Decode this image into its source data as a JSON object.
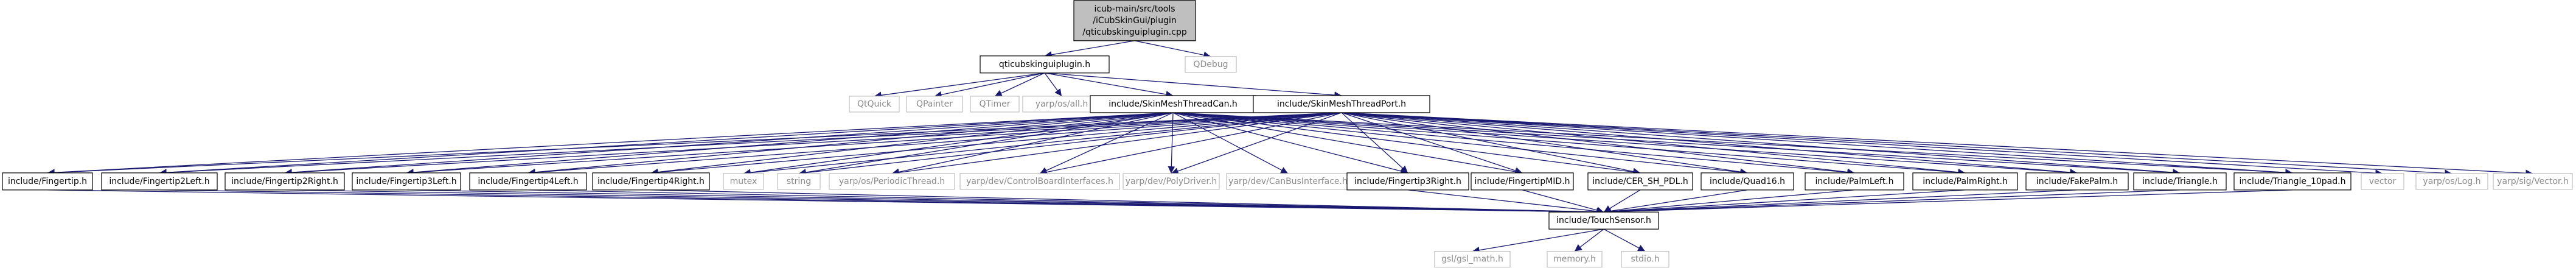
{
  "graph": {
    "edge_color": "#191970",
    "nodes": [
      {
        "id": "root",
        "lines": [
          "icub-main/src/tools",
          "/iCubSkinGui/plugin",
          "/qticubskinguiplugin.cpp"
        ],
        "kind": "root"
      },
      {
        "id": "plugin_h",
        "lines": [
          "qticubskinguiplugin.h"
        ],
        "kind": "doc"
      },
      {
        "id": "qdebug",
        "lines": [
          "QDebug"
        ],
        "kind": "ext"
      },
      {
        "id": "qtquick",
        "lines": [
          "QtQuick"
        ],
        "kind": "ext"
      },
      {
        "id": "qpainter",
        "lines": [
          "QPainter"
        ],
        "kind": "ext"
      },
      {
        "id": "qtimer",
        "lines": [
          "QTimer"
        ],
        "kind": "ext"
      },
      {
        "id": "yarp_os_all",
        "lines": [
          "yarp/os/all.h"
        ],
        "kind": "ext"
      },
      {
        "id": "skin_can",
        "lines": [
          "include/SkinMeshThreadCan.h"
        ],
        "kind": "doc"
      },
      {
        "id": "skin_port",
        "lines": [
          "include/SkinMeshThreadPort.h"
        ],
        "kind": "doc"
      },
      {
        "id": "fingertip",
        "lines": [
          "include/Fingertip.h"
        ],
        "kind": "doc"
      },
      {
        "id": "fingertip2l",
        "lines": [
          "include/Fingertip2Left.h"
        ],
        "kind": "doc"
      },
      {
        "id": "fingertip2r",
        "lines": [
          "include/Fingertip2Right.h"
        ],
        "kind": "doc"
      },
      {
        "id": "fingertip3l",
        "lines": [
          "include/Fingertip3Left.h"
        ],
        "kind": "doc"
      },
      {
        "id": "fingertip4l",
        "lines": [
          "include/Fingertip4Left.h"
        ],
        "kind": "doc"
      },
      {
        "id": "fingertip4r",
        "lines": [
          "include/Fingertip4Right.h"
        ],
        "kind": "doc"
      },
      {
        "id": "mutex",
        "lines": [
          "mutex"
        ],
        "kind": "ext"
      },
      {
        "id": "string",
        "lines": [
          "string"
        ],
        "kind": "ext"
      },
      {
        "id": "periodic",
        "lines": [
          "yarp/os/PeriodicThread.h"
        ],
        "kind": "ext"
      },
      {
        "id": "controlboard",
        "lines": [
          "yarp/dev/ControlBoardInterfaces.h"
        ],
        "kind": "ext"
      },
      {
        "id": "polydriver",
        "lines": [
          "yarp/dev/PolyDriver.h"
        ],
        "kind": "ext"
      },
      {
        "id": "canbus",
        "lines": [
          "yarp/dev/CanBusInterface.h"
        ],
        "kind": "ext"
      },
      {
        "id": "fingertip3r",
        "lines": [
          "include/Fingertip3Right.h"
        ],
        "kind": "doc"
      },
      {
        "id": "fingertipmid",
        "lines": [
          "include/FingertipMID.h"
        ],
        "kind": "doc"
      },
      {
        "id": "cer_sh",
        "lines": [
          "include/CER_SH_PDL.h"
        ],
        "kind": "doc"
      },
      {
        "id": "quad16",
        "lines": [
          "include/Quad16.h"
        ],
        "kind": "doc"
      },
      {
        "id": "palmleft",
        "lines": [
          "include/PalmLeft.h"
        ],
        "kind": "doc"
      },
      {
        "id": "palmright",
        "lines": [
          "include/PalmRight.h"
        ],
        "kind": "doc"
      },
      {
        "id": "fakepalm",
        "lines": [
          "include/FakePalm.h"
        ],
        "kind": "doc"
      },
      {
        "id": "triangle",
        "lines": [
          "include/Triangle.h"
        ],
        "kind": "doc"
      },
      {
        "id": "triangle10",
        "lines": [
          "include/Triangle_10pad.h"
        ],
        "kind": "doc"
      },
      {
        "id": "vector",
        "lines": [
          "vector"
        ],
        "kind": "ext"
      },
      {
        "id": "yarp_log",
        "lines": [
          "yarp/os/Log.h"
        ],
        "kind": "ext"
      },
      {
        "id": "yarp_vector",
        "lines": [
          "yarp/sig/Vector.h"
        ],
        "kind": "ext"
      },
      {
        "id": "touchsensor",
        "lines": [
          "include/TouchSensor.h"
        ],
        "kind": "doc"
      },
      {
        "id": "gsl_math",
        "lines": [
          "gsl/gsl_math.h"
        ],
        "kind": "ext"
      },
      {
        "id": "memory",
        "lines": [
          "memory.h"
        ],
        "kind": "ext"
      },
      {
        "id": "stdio",
        "lines": [
          "stdio.h"
        ],
        "kind": "ext"
      }
    ],
    "edges": [
      [
        "root",
        "plugin_h"
      ],
      [
        "root",
        "qdebug"
      ],
      [
        "plugin_h",
        "qtquick"
      ],
      [
        "plugin_h",
        "qpainter"
      ],
      [
        "plugin_h",
        "qtimer"
      ],
      [
        "plugin_h",
        "yarp_os_all"
      ],
      [
        "plugin_h",
        "skin_can"
      ],
      [
        "plugin_h",
        "skin_port"
      ],
      [
        "skin_can",
        "fingertip"
      ],
      [
        "skin_can",
        "fingertip2l"
      ],
      [
        "skin_can",
        "fingertip2r"
      ],
      [
        "skin_can",
        "fingertip3l"
      ],
      [
        "skin_can",
        "fingertip4l"
      ],
      [
        "skin_can",
        "fingertip4r"
      ],
      [
        "skin_can",
        "mutex"
      ],
      [
        "skin_can",
        "string"
      ],
      [
        "skin_can",
        "periodic"
      ],
      [
        "skin_can",
        "controlboard"
      ],
      [
        "skin_can",
        "polydriver"
      ],
      [
        "skin_can",
        "canbus"
      ],
      [
        "skin_can",
        "fingertip3r"
      ],
      [
        "skin_can",
        "fingertipmid"
      ],
      [
        "skin_can",
        "cer_sh"
      ],
      [
        "skin_can",
        "quad16"
      ],
      [
        "skin_can",
        "palmleft"
      ],
      [
        "skin_can",
        "palmright"
      ],
      [
        "skin_can",
        "fakepalm"
      ],
      [
        "skin_can",
        "triangle"
      ],
      [
        "skin_can",
        "triangle10"
      ],
      [
        "skin_port",
        "fingertip"
      ],
      [
        "skin_port",
        "fingertip2l"
      ],
      [
        "skin_port",
        "fingertip2r"
      ],
      [
        "skin_port",
        "fingertip3l"
      ],
      [
        "skin_port",
        "fingertip4l"
      ],
      [
        "skin_port",
        "fingertip4r"
      ],
      [
        "skin_port",
        "mutex"
      ],
      [
        "skin_port",
        "string"
      ],
      [
        "skin_port",
        "periodic"
      ],
      [
        "skin_port",
        "controlboard"
      ],
      [
        "skin_port",
        "polydriver"
      ],
      [
        "skin_port",
        "fingertip3r"
      ],
      [
        "skin_port",
        "fingertipmid"
      ],
      [
        "skin_port",
        "cer_sh"
      ],
      [
        "skin_port",
        "quad16"
      ],
      [
        "skin_port",
        "palmleft"
      ],
      [
        "skin_port",
        "palmright"
      ],
      [
        "skin_port",
        "fakepalm"
      ],
      [
        "skin_port",
        "triangle"
      ],
      [
        "skin_port",
        "triangle10"
      ],
      [
        "skin_port",
        "vector"
      ],
      [
        "skin_port",
        "yarp_log"
      ],
      [
        "skin_port",
        "yarp_vector"
      ],
      [
        "fingertip",
        "touchsensor"
      ],
      [
        "fingertip2l",
        "touchsensor"
      ],
      [
        "fingertip2r",
        "touchsensor"
      ],
      [
        "fingertip3l",
        "touchsensor"
      ],
      [
        "fingertip4l",
        "touchsensor"
      ],
      [
        "fingertip4r",
        "touchsensor"
      ],
      [
        "fingertip3r",
        "touchsensor"
      ],
      [
        "fingertipmid",
        "touchsensor"
      ],
      [
        "cer_sh",
        "touchsensor"
      ],
      [
        "quad16",
        "touchsensor"
      ],
      [
        "palmleft",
        "touchsensor"
      ],
      [
        "palmright",
        "touchsensor"
      ],
      [
        "fakepalm",
        "touchsensor"
      ],
      [
        "triangle",
        "touchsensor"
      ],
      [
        "triangle10",
        "touchsensor"
      ],
      [
        "touchsensor",
        "gsl_math"
      ],
      [
        "touchsensor",
        "memory"
      ],
      [
        "touchsensor",
        "stdio"
      ]
    ]
  }
}
